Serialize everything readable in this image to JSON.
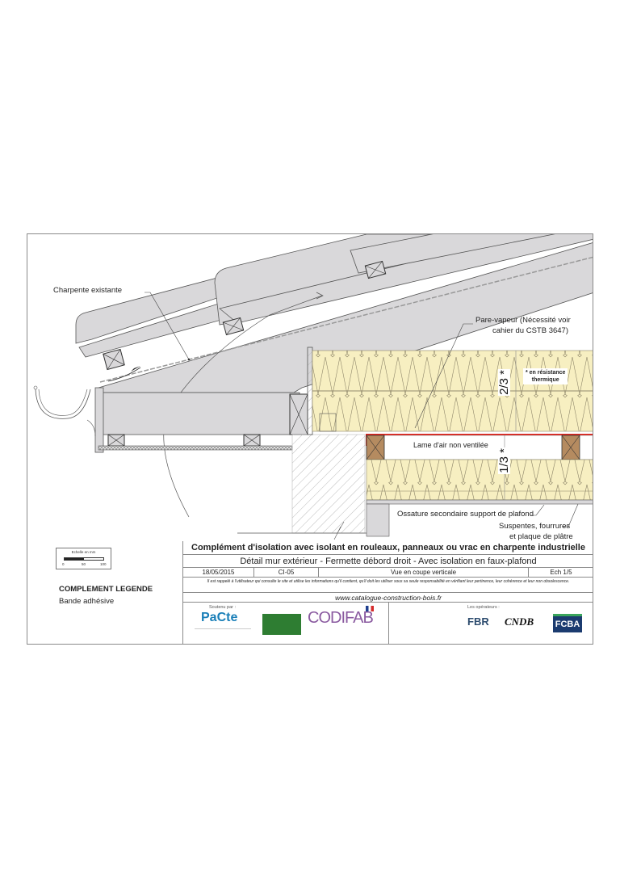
{
  "drawing": {
    "labels": {
      "charpente": "Charpente existante",
      "pare_vapeur_1": "Pare-vapeur (Nécessité voir",
      "pare_vapeur_2": "cahier du CSTB 3647)",
      "lame_air": "Lame d'air non ventilée",
      "ossature": "Ossature secondaire support de plafond",
      "suspentes_1": "Suspentes, fourrures",
      "suspentes_2": "et plaque de plâtre"
    },
    "ratios": {
      "upper": "2/3 *",
      "lower": "1/3 *"
    },
    "note": {
      "line1": "* en résistance",
      "line2": "thermique"
    },
    "colors": {
      "insulation": "#f7efc1",
      "structure": "#d9d8da",
      "timber": "#b58b60",
      "vapour_barrier": "#e0231b",
      "line": "#555555"
    }
  },
  "legend": {
    "scale_title": "Echelle en mm",
    "scale_ticks": [
      "0",
      "50",
      "100"
    ],
    "heading": "COMPLEMENT LEGENDE",
    "items": [
      "Bande adhésive"
    ]
  },
  "titleblock": {
    "title": "Complément d'isolation avec isolant en rouleaux, panneaux ou vrac en charpente industrielle",
    "subtitle": "Détail mur extérieur - Fermette débord droit - Avec isolation en faux-plafond",
    "date": "18/05/2015",
    "code": "CI-05",
    "view": "Vue en coupe verticale",
    "scale": "Ech 1/5",
    "disclaimer": "Il est rappelé à l'utilisateur qui consulte le site et utilise les informations qu'il contient, qu'il doit les utiliser sous sa seule responsabilité en vérifiant leur pertinence, leur cohérence et leur non obsolescence.",
    "url": "www.catalogue-construction-bois.fr",
    "supported_by": "Soutenu par :",
    "operators": "Les opérateurs :",
    "logos": {
      "pacte": "PaCte",
      "codifab": "CODIFAB",
      "fbr": "FBR",
      "cndb": "CNDB",
      "fcba": "FCBA"
    }
  }
}
